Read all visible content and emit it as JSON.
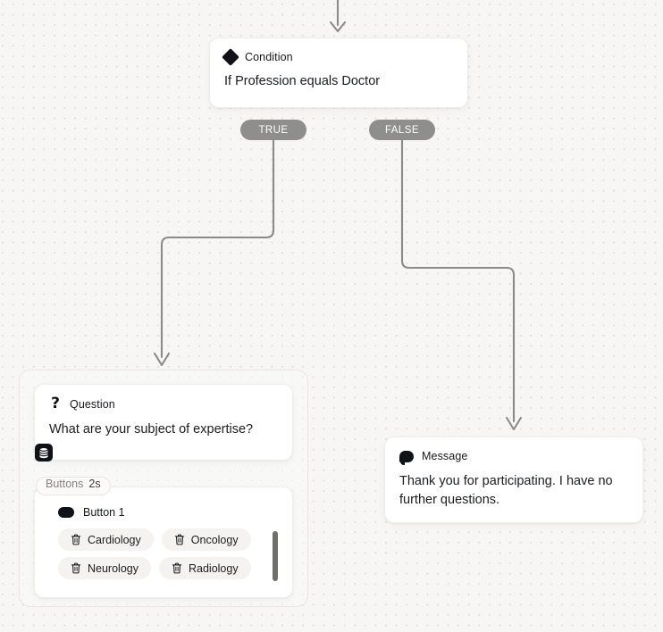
{
  "canvas": {
    "background_color": "#f7f6f5",
    "dot_color": "#dedbd8",
    "edge_color": "#8a8a87"
  },
  "nodes": {
    "condition": {
      "icon": "diamond-icon",
      "title": "Condition",
      "body": "If Profession equals Doctor",
      "branches": {
        "true_label": "TRUE",
        "false_label": "FALSE",
        "badge_color": "#8e8e8d"
      }
    },
    "question": {
      "icon": "question-mark-icon",
      "title": "Question",
      "body": "What are your subject of expertise?",
      "data_badge_icon": "database-icon"
    },
    "buttons": {
      "tag_label": "Buttons",
      "tag_time": "2s",
      "row_icon": "capsule-icon",
      "row_label": "Button 1",
      "chips": [
        {
          "icon": "trash-icon",
          "label": "Cardiology"
        },
        {
          "icon": "trash-icon",
          "label": "Oncology"
        },
        {
          "icon": "trash-icon",
          "label": "Neurology"
        },
        {
          "icon": "trash-icon",
          "label": "Radiology"
        }
      ]
    },
    "message": {
      "icon": "speech-bubble-icon",
      "title": "Message",
      "body": "Thank you for participating. I have no further questions."
    }
  }
}
